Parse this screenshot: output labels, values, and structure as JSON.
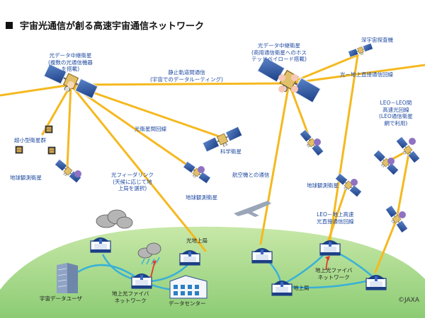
{
  "title": "宇宙光通信が創る高速宇宙通信ネットワーク",
  "credit": "©JAXA",
  "colors": {
    "link": "#f5b91f",
    "ground_net": "#3ab0d8",
    "label": "#1f4aa0",
    "earth": "#a7d98a"
  },
  "labels": {
    "relay_sat_1": [
      "光データ中継衛星",
      "(複数の光通信機器",
      "を搭載)"
    ],
    "relay_sat_2": [
      "光データ中継衛星",
      "(商用通信衛星へのホス",
      "テッドペイロード搭載)"
    ],
    "geo_link": [
      "静止軌道間通信",
      "(宇宙でのデータルーティング)"
    ],
    "deep_space": "深宇宙探査機",
    "direct_link": "光－地上直接通信回線",
    "intersat_link": "光衛星間回線",
    "small_sats": "超小型衛星群",
    "science_sat": "科学衛星",
    "leo_leo": [
      "LEO－LEO間",
      "高速光回線",
      "(LEO通信衛星",
      "網で利用)"
    ],
    "eo_sat_left": "地球観測衛星",
    "eo_sat_center": "地球観測衛星",
    "eo_sat_right": "地球観測衛星",
    "feeder_link": [
      "光フィーダリンク",
      "(天候に応じて地",
      "上局を選択)"
    ],
    "aircraft": "航空機との通信",
    "leo_ground": [
      "LEO－地上高速",
      "光直接通信回線"
    ],
    "optical_ground_station": "光地上局",
    "ground_fiber_left": [
      "地上光ファイバ",
      "ネットワーク"
    ],
    "ground_fiber_right": [
      "地上光ファイバ",
      "ネットワーク"
    ],
    "ground_station": "地上局",
    "space_data_user": "宇宙データユーザ",
    "data_center": "データセンター"
  }
}
